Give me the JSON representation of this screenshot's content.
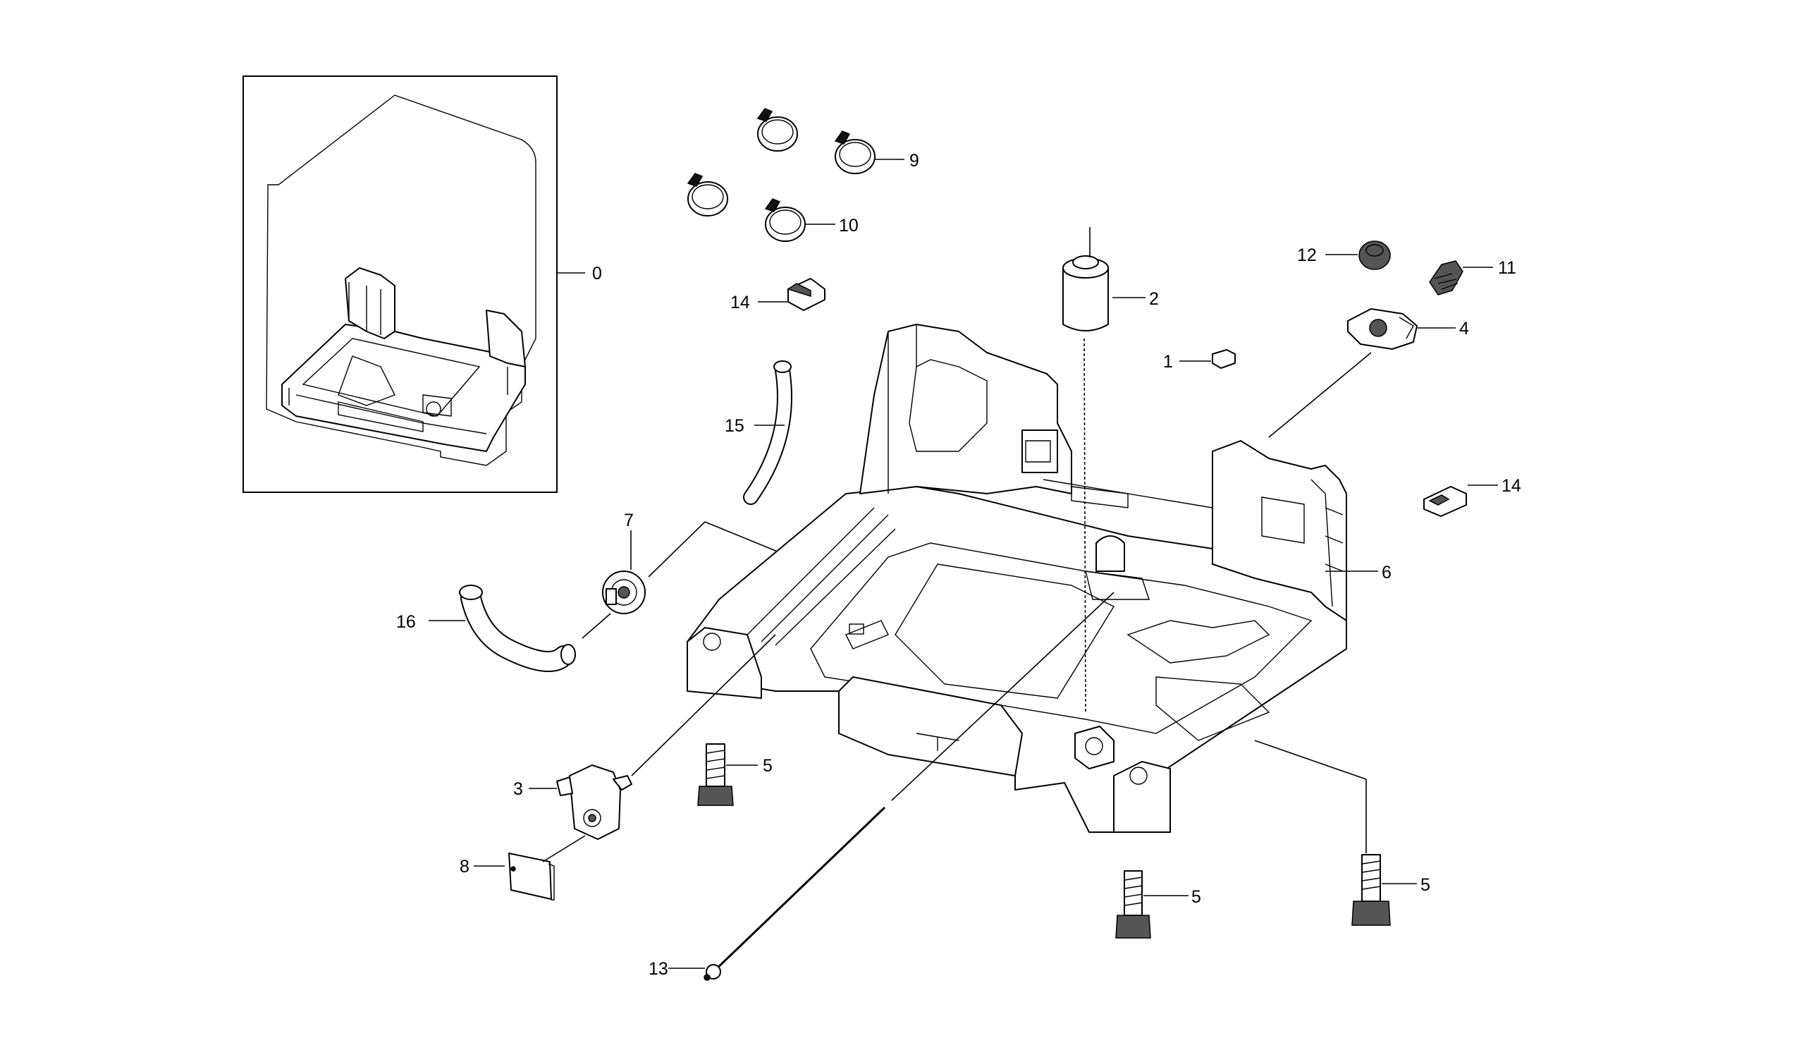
{
  "diagram": {
    "callouts": [
      {
        "id": "c0",
        "label": "0"
      },
      {
        "id": "c1",
        "label": "1"
      },
      {
        "id": "c2",
        "label": "2"
      },
      {
        "id": "c3",
        "label": "3"
      },
      {
        "id": "c4",
        "label": "4"
      },
      {
        "id": "c5a",
        "label": "5"
      },
      {
        "id": "c5b",
        "label": "5"
      },
      {
        "id": "c5c",
        "label": "5"
      },
      {
        "id": "c6",
        "label": "6"
      },
      {
        "id": "c7",
        "label": "7"
      },
      {
        "id": "c8",
        "label": "8"
      },
      {
        "id": "c9",
        "label": "9"
      },
      {
        "id": "c10",
        "label": "10"
      },
      {
        "id": "c11",
        "label": "11"
      },
      {
        "id": "c12",
        "label": "12"
      },
      {
        "id": "c13",
        "label": "13"
      },
      {
        "id": "c14a",
        "label": "14"
      },
      {
        "id": "c14b",
        "label": "14"
      },
      {
        "id": "c15",
        "label": "15"
      },
      {
        "id": "c16",
        "label": "16"
      }
    ]
  }
}
